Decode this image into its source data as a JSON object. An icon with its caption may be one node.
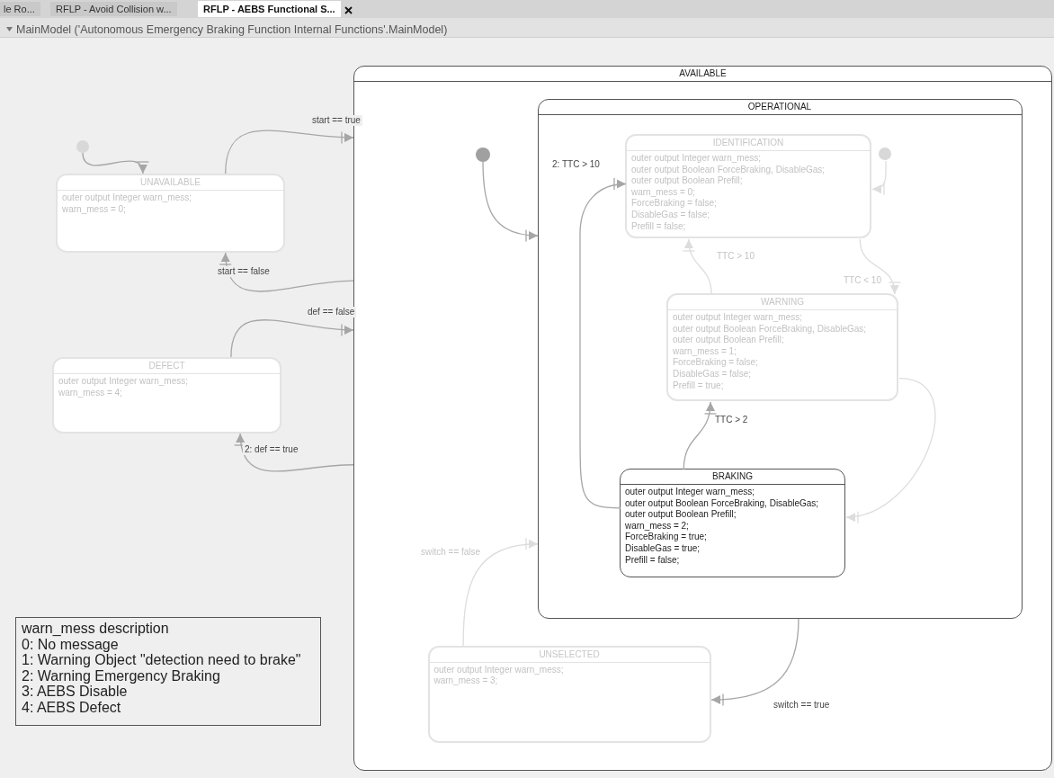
{
  "diagram": {
    "nodes": [
      {
        "text": [],
        "shape": "circle"
      },
      {
        "text": [
          "UNAVAILABLE",
          "outer output Integer warn_mess;",
          "warn_mess = 0;"
        ]
      },
      {
        "text": [
          "DEFECT",
          "outer output Integer warn_mess;",
          "warn_mess = 4;"
        ]
      },
      {
        "text": [
          "AVAILABLE"
        ]
      },
      {
        "text": [
          "OPERATIONAL"
        ],
        "in": 3
      },
      {
        "text": [],
        "shape": "circle",
        "in": 3
      },
      {
        "text": [
          "IDENTIFICATION",
          "outer output Integer warn_mess;",
          "outer output Boolean ForceBraking, DisableGas;",
          "outer output Boolean Prefill;",
          "warn_mess = 0;",
          "ForceBraking = false;",
          "DisableGas = false;",
          "Prefill = false;"
        ],
        "in": 4
      },
      {
        "text": [],
        "shape": "circle",
        "in": 4
      },
      {
        "text": [
          "WARNING",
          "outer output Integer warn_mess;",
          "outer output Boolean ForceBraking, DisableGas;",
          "outer output Boolean Prefill;",
          "warn_mess = 1;",
          "ForceBraking = false;",
          "DisableGas = false;",
          "Prefill = true;"
        ],
        "in": 4
      },
      {
        "text": [
          "BRAKING",
          "outer output Integer warn_mess;",
          "outer output Boolean ForceBraking, DisableGas;",
          "outer output Boolean Prefill;",
          "warn_mess = 2;",
          "ForceBraking = true;",
          "DisableGas = true;",
          "Prefill = false;"
        ],
        "in": 4
      },
      {
        "text": [
          "UNSELECTED",
          "outer output Integer warn_mess;",
          "warn_mess = 3;"
        ],
        "in": 3
      },
      {
        "text": [
          "warn_mess description",
          "0: No message",
          "1: Warning Object \"detection need to brake\"",
          "2: Warning Emergency Braking",
          "3: AEBS Disable",
          "4: AEBS Defect"
        ]
      }
    ],
    "edges": [
      {
        "from": 0,
        "to": 1,
        "arrow": "to"
      },
      {
        "from": 1,
        "to": 3,
        "arrow": "to",
        "label": "start == true"
      },
      {
        "from": 3,
        "to": 1,
        "arrow": "to",
        "label": "start == false"
      },
      {
        "from": 2,
        "to": 3,
        "arrow": "to",
        "label": "def == false"
      },
      {
        "from": 3,
        "to": 2,
        "arrow": "to",
        "label": "2: def == true"
      },
      {
        "from": 5,
        "to": 4,
        "arrow": "to"
      },
      {
        "from": 9,
        "to": 6,
        "arrow": "to",
        "label": "2: TTC > 10"
      },
      {
        "from": 8,
        "to": 6,
        "arrow": "to",
        "label": "TTC > 10",
        "color": "#dddddd"
      },
      {
        "from": 6,
        "to": 8,
        "arrow": "to",
        "label": "TTC < 10",
        "color": "#dddddd"
      },
      {
        "from": 9,
        "to": 8,
        "arrow": "to",
        "label": "TTC > 2"
      },
      {
        "from": 8,
        "to": 9,
        "arrow": "to",
        "color": "#dddddd"
      },
      {
        "from": 10,
        "to": 4,
        "arrow": "to",
        "label": "switch == false",
        "color": "#dddddd"
      },
      {
        "from": 4,
        "to": 10,
        "arrow": "to",
        "label": "switch == true"
      },
      {
        "from": 7,
        "to": 6,
        "arrow": "to",
        "color": "#dddddd"
      }
    ],
    "labels": [
      "le Ro...",
      "RFLP - Avoid Collision w...",
      "RFLP - AEBS Functional S...",
      "MainModel ('Autonomous Emergency Braking Function Internal Functions'.MainModel)"
    ]
  }
}
